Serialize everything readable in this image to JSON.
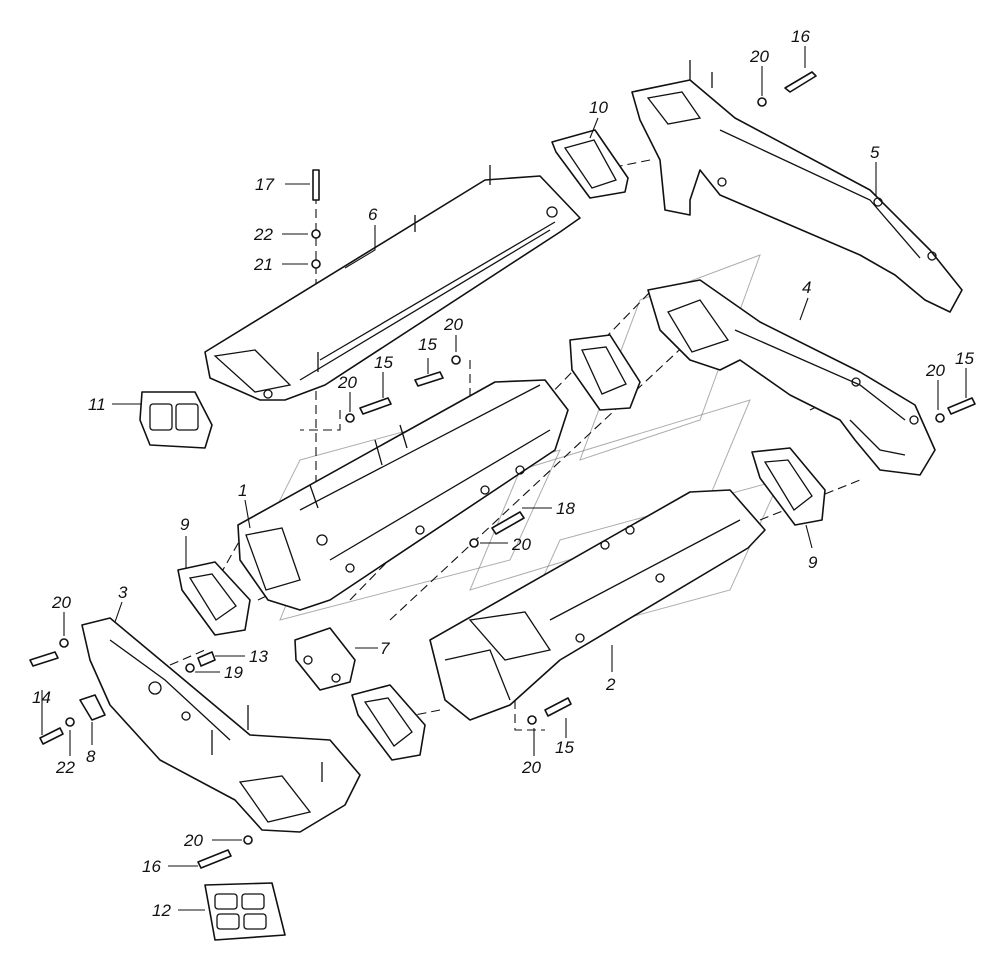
{
  "diagram": {
    "type": "exploded-parts-view",
    "callouts": [
      {
        "id": "c16a",
        "text": "16"
      },
      {
        "id": "c20a",
        "text": "20"
      },
      {
        "id": "c10",
        "text": "10"
      },
      {
        "id": "c5",
        "text": "5"
      },
      {
        "id": "c17",
        "text": "17"
      },
      {
        "id": "c6",
        "text": "6"
      },
      {
        "id": "c22a",
        "text": "22"
      },
      {
        "id": "c21",
        "text": "21"
      },
      {
        "id": "c4",
        "text": "4"
      },
      {
        "id": "c20b",
        "text": "20"
      },
      {
        "id": "c15a",
        "text": "15"
      },
      {
        "id": "c15b",
        "text": "15"
      },
      {
        "id": "c20c",
        "text": "20"
      },
      {
        "id": "c15c",
        "text": "15"
      },
      {
        "id": "c20d",
        "text": "20"
      },
      {
        "id": "c11",
        "text": "11"
      },
      {
        "id": "c1",
        "text": "1"
      },
      {
        "id": "c18",
        "text": "18"
      },
      {
        "id": "c20e",
        "text": "20"
      },
      {
        "id": "c9a",
        "text": "9"
      },
      {
        "id": "c9b",
        "text": "9"
      },
      {
        "id": "c3",
        "text": "3"
      },
      {
        "id": "c20f",
        "text": "20"
      },
      {
        "id": "c13",
        "text": "13"
      },
      {
        "id": "c19",
        "text": "19"
      },
      {
        "id": "c7",
        "text": "7"
      },
      {
        "id": "c2",
        "text": "2"
      },
      {
        "id": "c14",
        "text": "14"
      },
      {
        "id": "c22b",
        "text": "22"
      },
      {
        "id": "c8",
        "text": "8"
      },
      {
        "id": "c15d",
        "text": "15"
      },
      {
        "id": "c20g",
        "text": "20"
      },
      {
        "id": "c20h",
        "text": "20"
      },
      {
        "id": "c16b",
        "text": "16"
      },
      {
        "id": "c12",
        "text": "12"
      }
    ]
  }
}
